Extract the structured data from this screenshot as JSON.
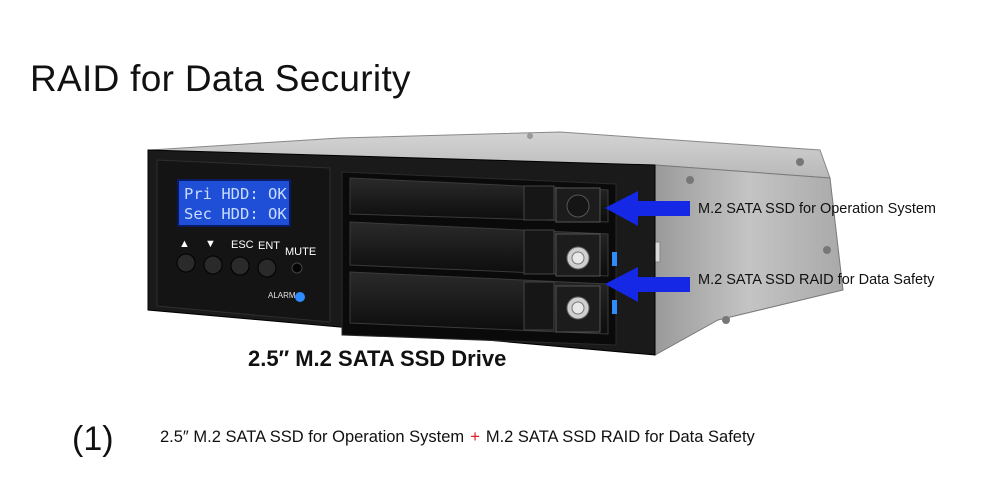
{
  "title": "RAID for Data Security",
  "lcd": {
    "line1": "Pri HDD: OK",
    "line2": "Sec HDD: OK"
  },
  "buttons": {
    "up": "▲",
    "down": "▼",
    "esc": "ESC",
    "ent": "ENT",
    "mute": "MUTE"
  },
  "alarm_label": "ALARM",
  "callouts": {
    "os_drive": "M.2 SATA SSD for Operation System",
    "raid_drives": "M.2 SATA SSD RAID for Data Safety"
  },
  "drive_caption": "2.5″ M.2 SATA SSD Drive",
  "configuration": {
    "number": "(1)",
    "part1": "2.5″ M.2 SATA SSD  for Operation System",
    "plus": "+",
    "part2": "M.2 SATA SSD RAID for Data Safety"
  },
  "colors": {
    "arrow": "#1428e6",
    "plus": "#e02020",
    "lcd_background": "#1f4fd6",
    "alarm_led": "#2f8cff"
  }
}
